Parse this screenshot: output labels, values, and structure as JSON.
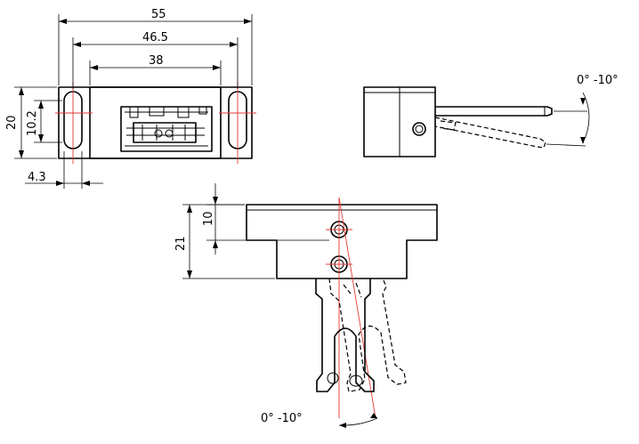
{
  "dimensions": {
    "overall_width": "55",
    "hole_spacing": "46.5",
    "inner_width": "38",
    "height": "20",
    "slot_height": "10.2",
    "slot_width": "4.3",
    "bottom_height": "21",
    "hole_offset": "10"
  },
  "angles": {
    "side_view": "0° -10°",
    "bottom_view": "0° -10°"
  }
}
